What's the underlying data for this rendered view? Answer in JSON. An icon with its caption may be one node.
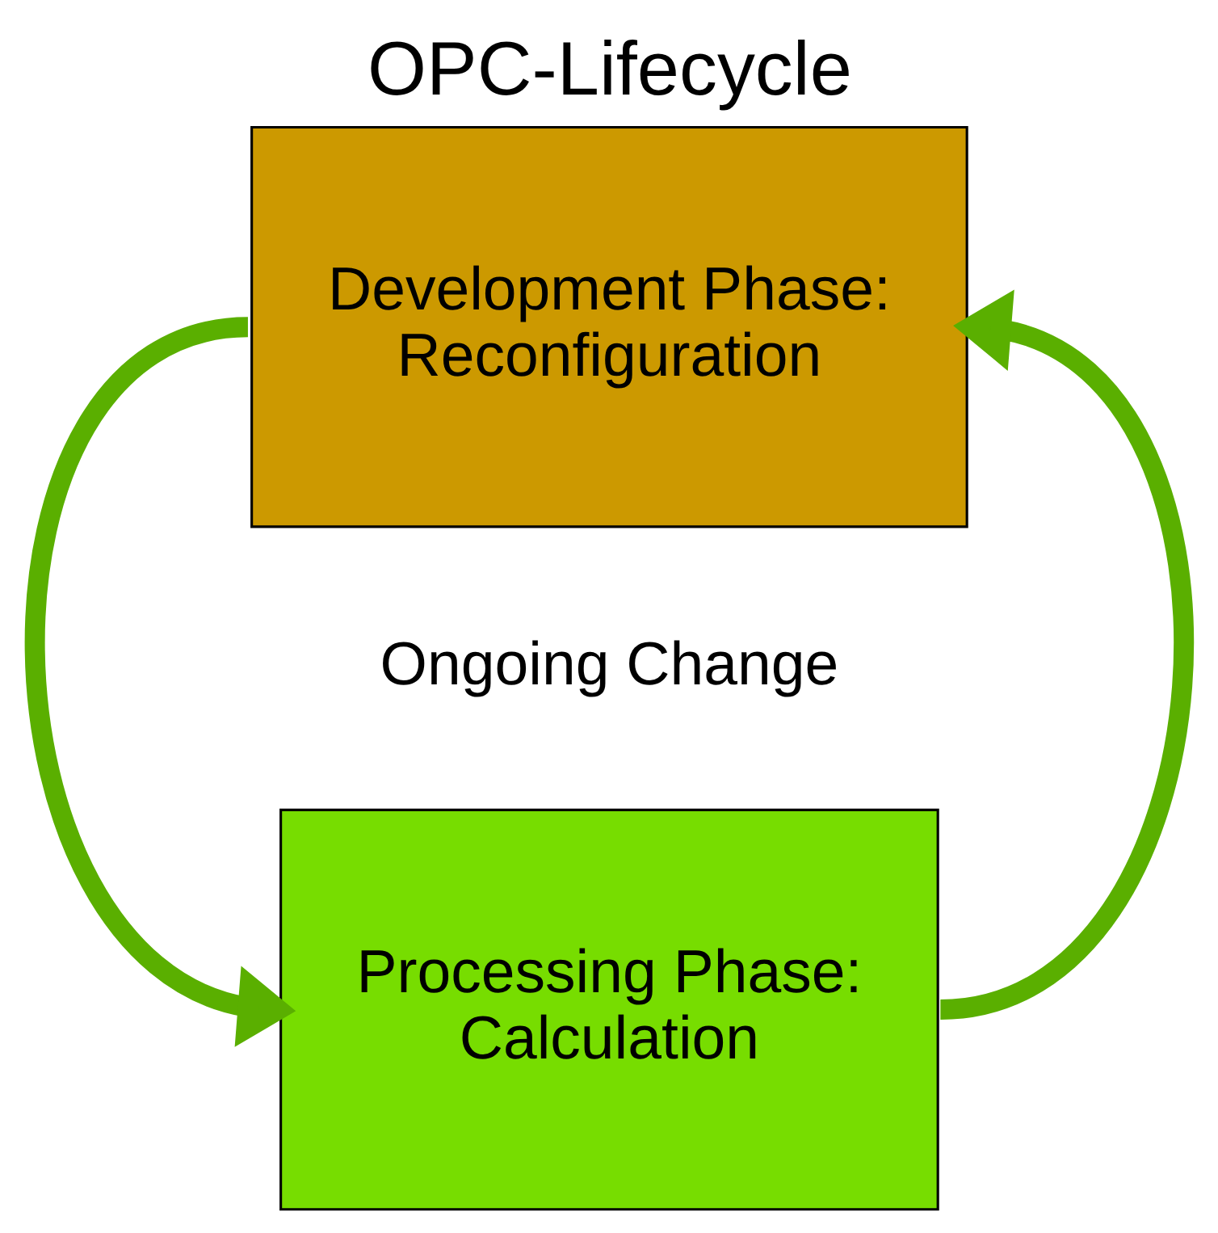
{
  "diagram": {
    "title": "OPC-Lifecycle",
    "nodes": [
      {
        "text": [
          "Development Phase:",
          "Reconfiguration"
        ]
      },
      {
        "text": [
          "Processing Phase:",
          "Calculation"
        ]
      }
    ],
    "edges": [
      {
        "from": 0,
        "to": 1,
        "arrow": "to"
      },
      {
        "from": 1,
        "to": 0,
        "arrow": "to"
      }
    ],
    "labels": [
      "Ongoing Change"
    ]
  }
}
